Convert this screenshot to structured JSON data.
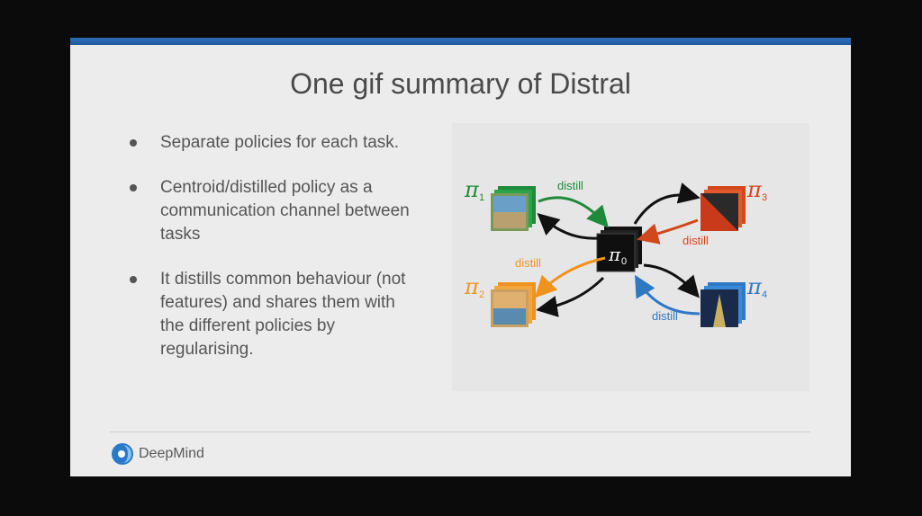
{
  "slide": {
    "title": "One gif summary of Distral",
    "bullets": [
      "Separate policies for each task.",
      "Centroid/distilled policy as a communication channel between tasks",
      "It distills common behaviour (not features) and shares them with the different policies by regularising."
    ]
  },
  "diagram": {
    "center": {
      "symbol": "π",
      "sub": "0"
    },
    "policies": [
      {
        "symbol": "π",
        "sub": "1",
        "color": "#1f8a3a"
      },
      {
        "symbol": "π",
        "sub": "2",
        "color": "#f0921e"
      },
      {
        "symbol": "π",
        "sub": "3",
        "color": "#d2471c"
      },
      {
        "symbol": "π",
        "sub": "4",
        "color": "#2f78c4"
      }
    ],
    "distill_labels": [
      "distill",
      "distill",
      "distill",
      "distill"
    ]
  },
  "footer": {
    "brand": "DeepMind",
    "logo_icon": "deepmind-logo-icon"
  },
  "colors": {
    "accent_bar": "#2a67b0",
    "slide_bg": "#ececec"
  }
}
